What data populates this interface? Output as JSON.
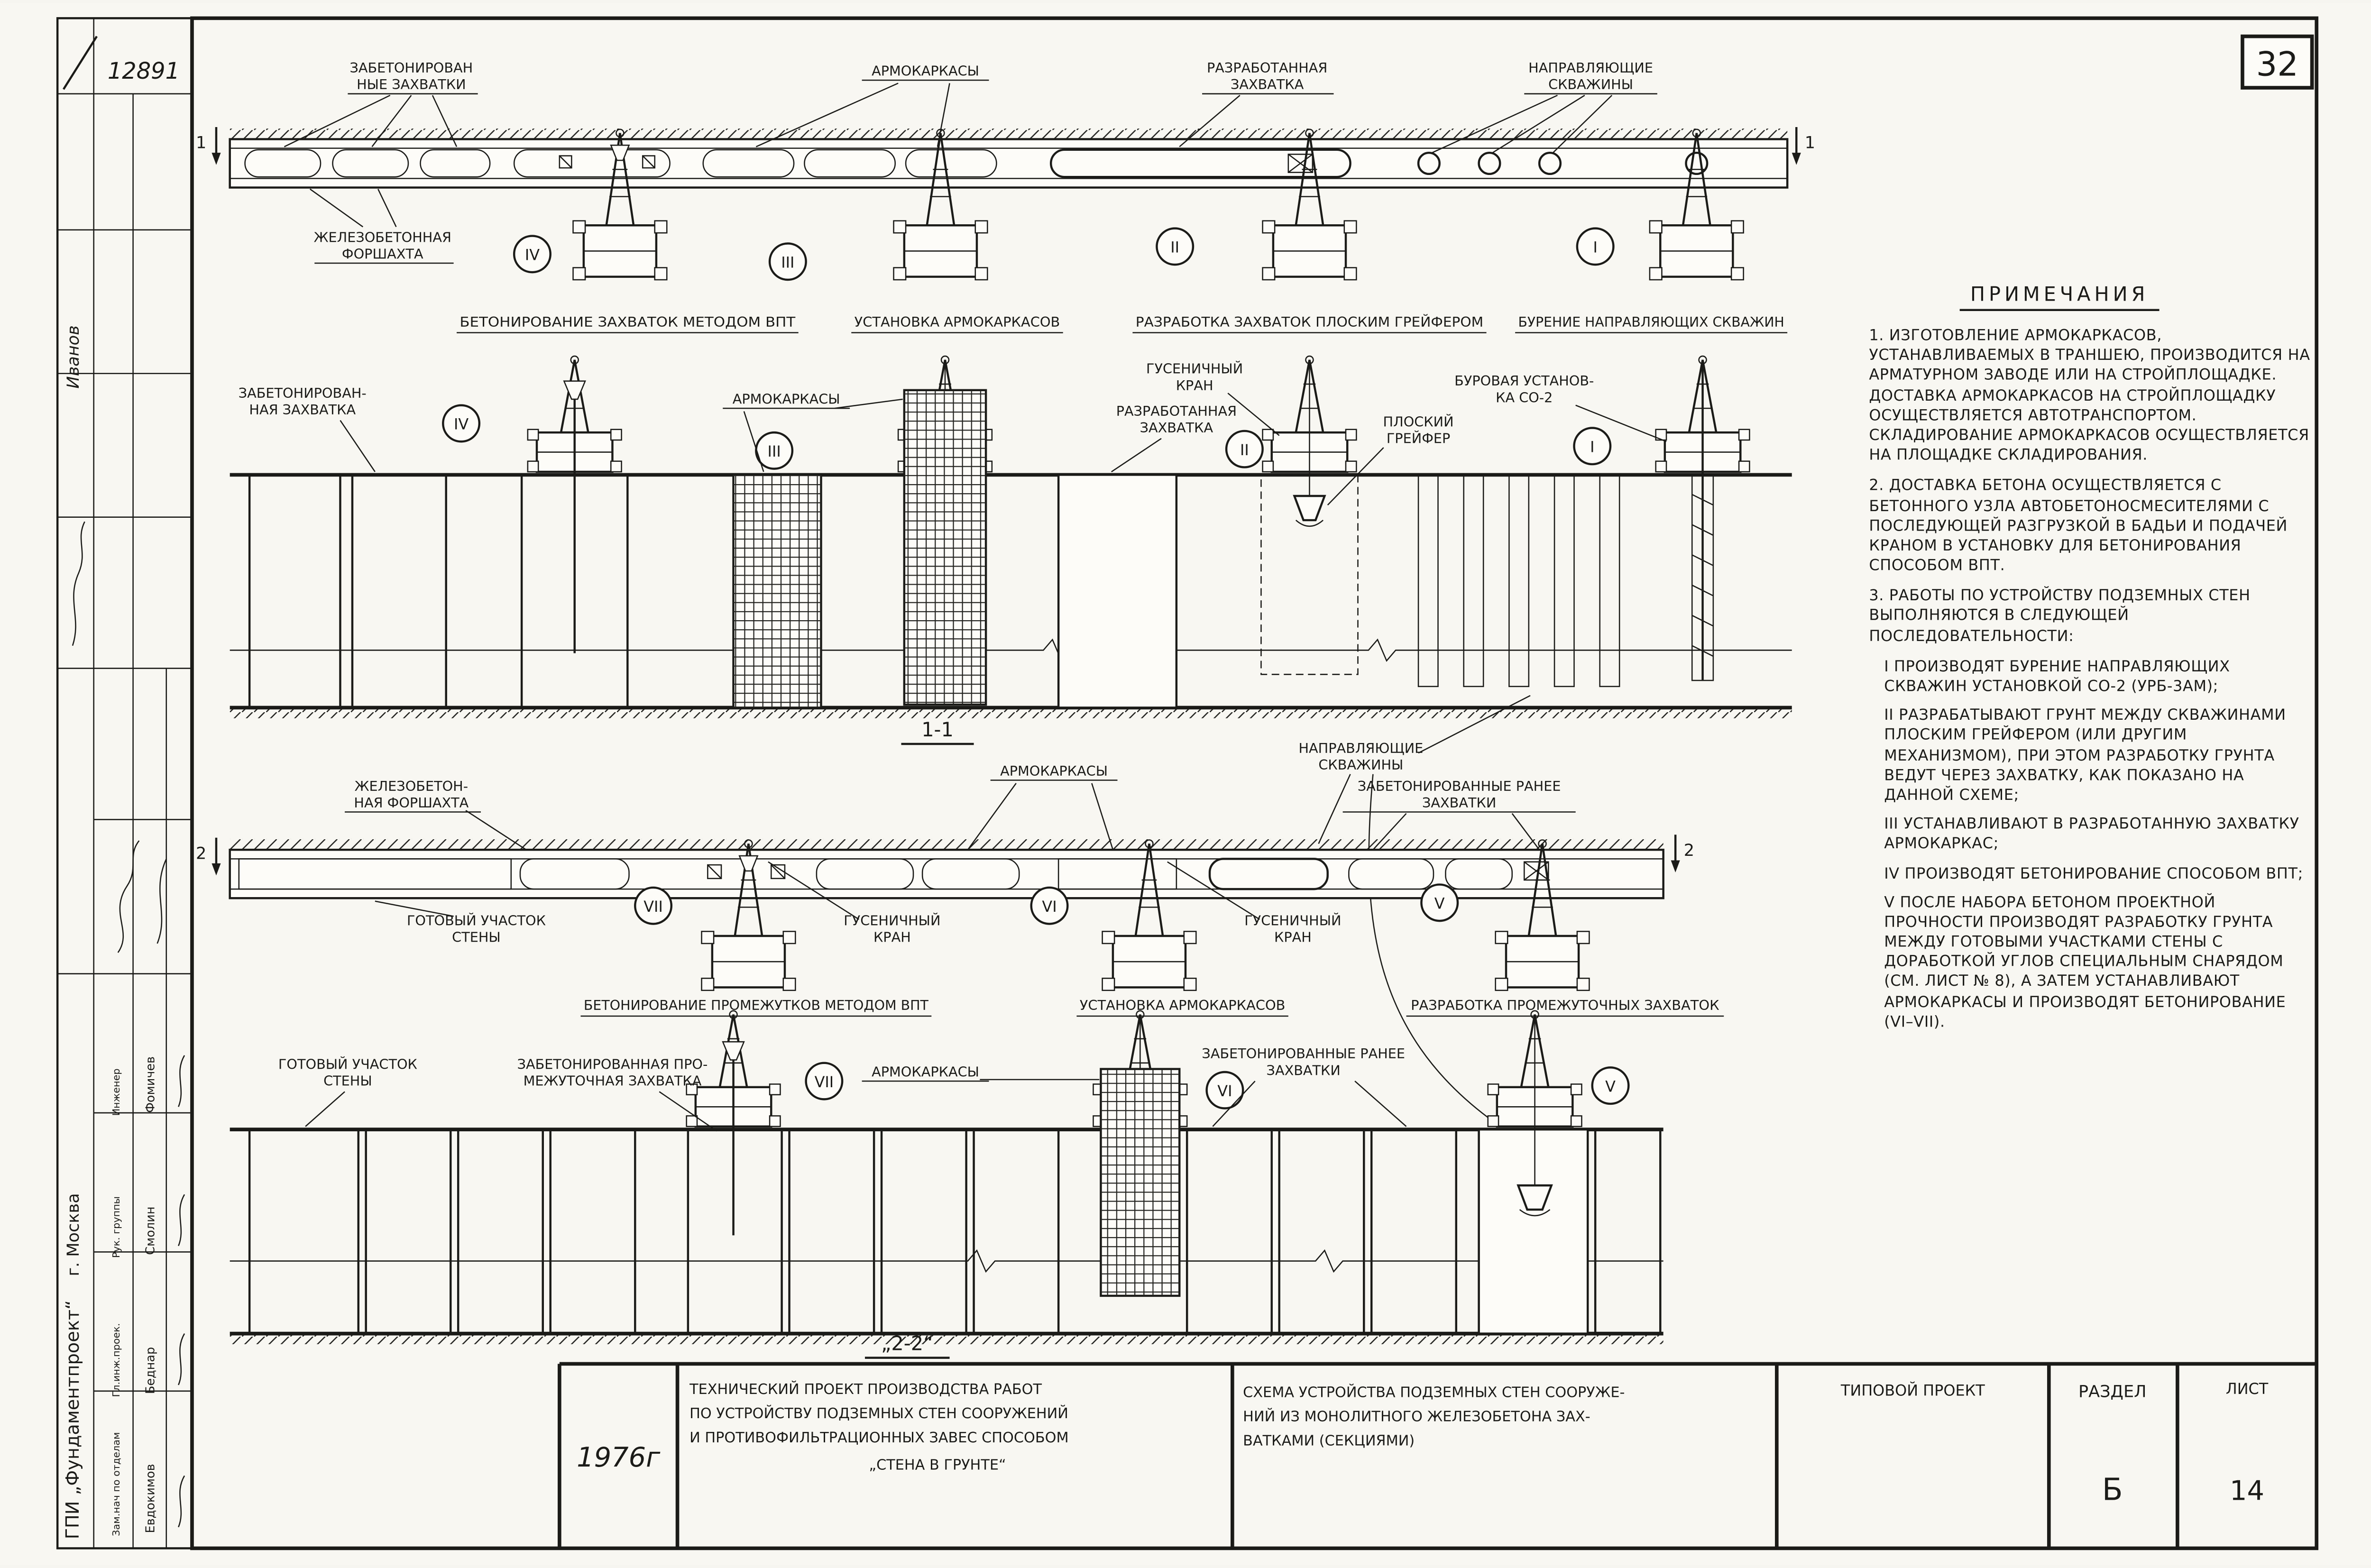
{
  "page": {
    "sheet_number": "32"
  },
  "stamp": {
    "doc_number": "12891",
    "org": "ГПИ „Фундаментпроект“",
    "city": "г. Москва",
    "signature": "Иванов",
    "rows": [
      {
        "role": "Зам.нач по отделам",
        "name": "Евдокимов"
      },
      {
        "role": "Гл.инж.проек.",
        "name": "Беднар"
      },
      {
        "role": "Рук. группы",
        "name": "Смолин"
      },
      {
        "role": "Инженер",
        "name": "Фомичев"
      }
    ]
  },
  "plan1": {
    "cut_mark": "1",
    "callouts": {
      "concreted": [
        "ЗАБЕТОНИРОВАН",
        "НЫЕ ЗАХВАТКИ"
      ],
      "cages": "АРМОКАРКАСЫ",
      "excavated": [
        "РАЗРАБОТАННАЯ",
        "ЗАХВАТКА"
      ],
      "guide_holes": [
        "НАПРАВЛЯЮЩИЕ",
        "СКВАЖИНЫ"
      ],
      "forshaft": [
        "ЖЕЛЕЗОБЕТОННАЯ",
        "ФОРШАХТА"
      ]
    },
    "phases": [
      {
        "numeral": "IV",
        "caption": "БЕТОНИРОВАНИЕ ЗАХВАТОК МЕТОДОМ ВПТ"
      },
      {
        "numeral": "III",
        "caption": "УСТАНОВКА АРМОКАРКАСОВ"
      },
      {
        "numeral": "II",
        "caption": "РАЗРАБОТКА ЗАХВАТОК ПЛОСКИМ ГРЕЙФЕРОМ"
      },
      {
        "numeral": "I",
        "caption": "БУРЕНИЕ НАПРАВЛЯЮЩИХ СКВАЖИН"
      }
    ]
  },
  "section1": {
    "title": "1-1",
    "labels": {
      "concreted": [
        "ЗАБЕТОНИРОВАН-",
        "НАЯ ЗАХВАТКА"
      ],
      "cages": "АРМОКАРКАСЫ",
      "crawler_crane": [
        "ГУСЕНИЧНЫЙ",
        "КРАН"
      ],
      "excavated": [
        "РАЗРАБОТАННАЯ",
        "ЗАХВАТКА"
      ],
      "flat_grab": [
        "ПЛОСКИЙ",
        "ГРЕЙФЕР"
      ],
      "drill_rig": [
        "БУРОВАЯ УСТАНОВ-",
        "КА СО-2"
      ],
      "guide_holes": [
        "НАПРАВЛЯЮЩИЕ",
        "СКВАЖИНЫ"
      ]
    }
  },
  "plan2": {
    "cut_mark": "2",
    "callouts": {
      "forshaft": [
        "ЖЕЛЕЗОБЕТОН-",
        "НАЯ ФОРШАХТА"
      ],
      "cages": "АРМОКАРКАСЫ",
      "earlier": [
        "ЗАБЕТОНИРОВАННЫЕ РАНЕЕ",
        "ЗАХВАТКИ"
      ],
      "ready_wall": [
        "ГОТОВЫЙ УЧАСТОК",
        "СТЕНЫ"
      ],
      "crane": [
        "ГУСЕНИЧНЫЙ",
        "КРАН"
      ]
    },
    "phases": [
      {
        "numeral": "VII",
        "caption": "БЕТОНИРОВАНИЕ ПРОМЕЖУТКОВ МЕТОДОМ ВПТ"
      },
      {
        "numeral": "VI",
        "caption": "УСТАНОВКА АРМОКАРКАСОВ"
      },
      {
        "numeral": "V",
        "caption": "РАЗРАБОТКА ПРОМЕЖУТОЧНЫХ ЗАХВАТОК"
      }
    ]
  },
  "section2": {
    "title": "„2-2“",
    "labels": {
      "ready_wall": [
        "ГОТОВЫЙ УЧАСТОК",
        "СТЕНЫ"
      ],
      "intermediate": [
        "ЗАБЕТОНИРОВАННАЯ ПРО-",
        "МЕЖУТОЧНАЯ ЗАХВАТКА"
      ],
      "cages": "АРМОКАРКАСЫ",
      "earlier": [
        "ЗАБЕТОНИРОВАННЫЕ РАНЕЕ",
        "ЗАХВАТКИ"
      ]
    }
  },
  "notes": {
    "title": "ПРИМЕЧАНИЯ",
    "items": [
      "1. ИЗГОТОВЛЕНИЕ АРМОКАРКАСОВ, УСТАНАВЛИВАЕМЫХ В ТРАНШЕЮ, ПРОИЗВОДИТСЯ НА АРМАТУРНОМ ЗАВОДЕ ИЛИ НА СТРОЙПЛОЩАДКЕ. ДОСТАВКА АРМОКАРКАСОВ НА СТРОЙПЛОЩАДКУ ОСУЩЕСТВЛЯЕТСЯ АВТОТРАНСПОРТОМ. СКЛАДИРОВАНИЕ АРМОКАРКАСОВ ОСУЩЕСТВЛЯЕТСЯ НА ПЛОЩАДКЕ СКЛАДИРОВАНИЯ.",
      "2. ДОСТАВКА БЕТОНА ОСУЩЕСТВЛЯЕТСЯ С БЕТОННОГО УЗЛА АВТОБЕТОНОСМЕСИТЕЛЯМИ С ПОСЛЕДУЮЩЕЙ РАЗГРУЗКОЙ В БАДЬИ И ПОДАЧЕЙ КРАНОМ В УСТАНОВКУ ДЛЯ БЕТОНИРОВАНИЯ СПОСОБОМ ВПТ.",
      "3. РАБОТЫ ПО УСТРОЙСТВУ ПОДЗЕМНЫХ СТЕН ВЫПОЛНЯЮТСЯ В СЛЕДУЮЩЕЙ ПОСЛЕДОВАТЕЛЬНОСТИ:",
      "I ПРОИЗВОДЯТ БУРЕНИЕ НАПРАВЛЯЮЩИХ СКВАЖИН УСТАНОВКОЙ СО-2 (УРБ-3АМ);",
      "II РАЗРАБАТЫВАЮТ ГРУНТ МЕЖДУ СКВАЖИНАМИ ПЛОСКИМ ГРЕЙФЕРОМ (ИЛИ ДРУГИМ МЕХАНИЗМОМ), ПРИ ЭТОМ РАЗРАБОТКУ ГРУНТА ВЕДУТ ЧЕРЕЗ ЗАХВАТКУ, КАК ПОКАЗАНО НА ДАННОЙ СХЕМЕ;",
      "III УСТАНАВЛИВАЮТ В РАЗРАБОТАННУЮ ЗАХВАТКУ АРМОКАРКАС;",
      "IV ПРОИЗВОДЯТ БЕТОНИРОВАНИЕ СПОСОБОМ ВПТ;",
      "V ПОСЛЕ НАБОРА БЕТОНОМ ПРОЕКТНОЙ ПРОЧНОСТИ ПРОИЗВОДЯТ РАЗРАБОТКУ ГРУНТА МЕЖДУ ГОТОВЫМИ УЧАСТКАМИ СТЕНЫ С ДОРАБОТКОЙ УГЛОВ СПЕЦИАЛЬНЫМ СНАРЯДОМ (СМ. ЛИСТ № 8), А ЗАТЕМ УСТАНАВЛИВАЮТ АРМОКАРКАСЫ И ПРОИЗВОДЯТ БЕТОНИРОВАНИЕ (VI–VII)."
    ]
  },
  "titleblock": {
    "year": "1976г",
    "project_lines": [
      "ТЕХНИЧЕСКИЙ ПРОЕКТ ПРОИЗВОДСТВА РАБОТ",
      "ПО УСТРОЙСТВУ ПОДЗЕМНЫХ СТЕН СООРУЖЕНИЙ",
      "И ПРОТИВОФИЛЬТРАЦИОННЫХ ЗАВЕС СПОСОБОМ",
      "„СТЕНА В ГРУНТЕ“"
    ],
    "scheme_lines": [
      "СХЕМА УСТРОЙСТВА ПОДЗЕМНЫХ СТЕН СООРУЖЕ-",
      "НИЙ ИЗ МОНОЛИТНОГО ЖЕЛЕЗОБЕТОНА ЗАХ-",
      "ВАТКАМИ (СЕКЦИЯМИ)"
    ],
    "type_label": "ТИПОВОЙ ПРОЕКТ",
    "razdel_label": "РАЗДЕЛ",
    "razdel_value": "Б",
    "list_label": "ЛИСТ",
    "list_value": "14"
  }
}
